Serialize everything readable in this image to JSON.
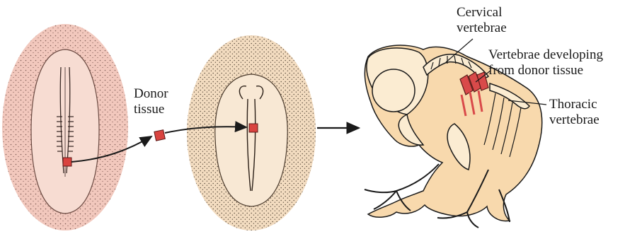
{
  "labels": {
    "donor_tissue": [
      "Donor",
      "tissue"
    ],
    "cervical_vertebrae": [
      "Cervical",
      "vertebrae"
    ],
    "vertebrae_developing": [
      "Vertebrae developing",
      "from donor tissue"
    ],
    "thoracic_vertebrae": [
      "Thoracic",
      "vertebrae"
    ]
  },
  "colors": {
    "embryo_left_fill": "#f2c8bd",
    "embryo_left_inner": "#f7dcd2",
    "embryo_middle_fill": "#f3dcc0",
    "embryo_middle_inner": "#f8e8d4",
    "donor_tissue": "#d9433f",
    "chick_body": "#f8d9ad",
    "chick_bone": "#fbecd2",
    "grafted_vertebrae": "#d94a4a",
    "outline": "#1a1a1a"
  }
}
